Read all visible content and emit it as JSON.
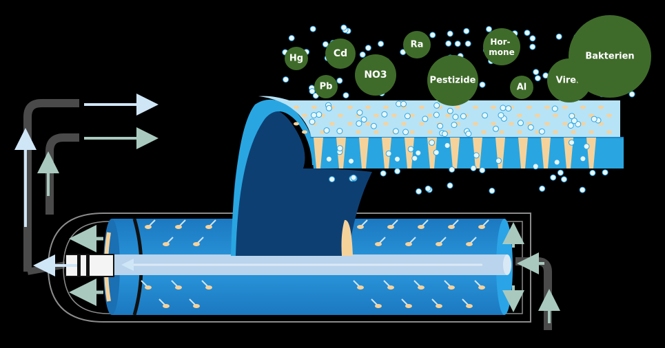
{
  "colors": {
    "background": "#000000",
    "contaminant": "#3f6b2a",
    "membrane_light": "#b7e3f6",
    "membrane_mid": "#29a6e1",
    "membrane_dark": "#0e3f73",
    "tube_blue": "#1f86cf",
    "core_tube": "#b9d4ec",
    "pore": "#f6d29b",
    "pipe": "#4a4a4a",
    "arrow_clean": "#cfe6f7",
    "arrow_reject": "#a9c9bf"
  },
  "contaminants": [
    {
      "id": "hg",
      "label": "Hg"
    },
    {
      "id": "cd",
      "label": "Cd"
    },
    {
      "id": "pb",
      "label": "Pb"
    },
    {
      "id": "no3",
      "label": "NO3"
    },
    {
      "id": "ra",
      "label": "Ra"
    },
    {
      "id": "pestizide",
      "label": "Pestizide"
    },
    {
      "id": "hormone",
      "label": "Hor-\nmone"
    },
    {
      "id": "al",
      "label": "Al"
    },
    {
      "id": "viren",
      "label": "Viren"
    },
    {
      "id": "bakterien",
      "label": "Bakterien"
    }
  ]
}
